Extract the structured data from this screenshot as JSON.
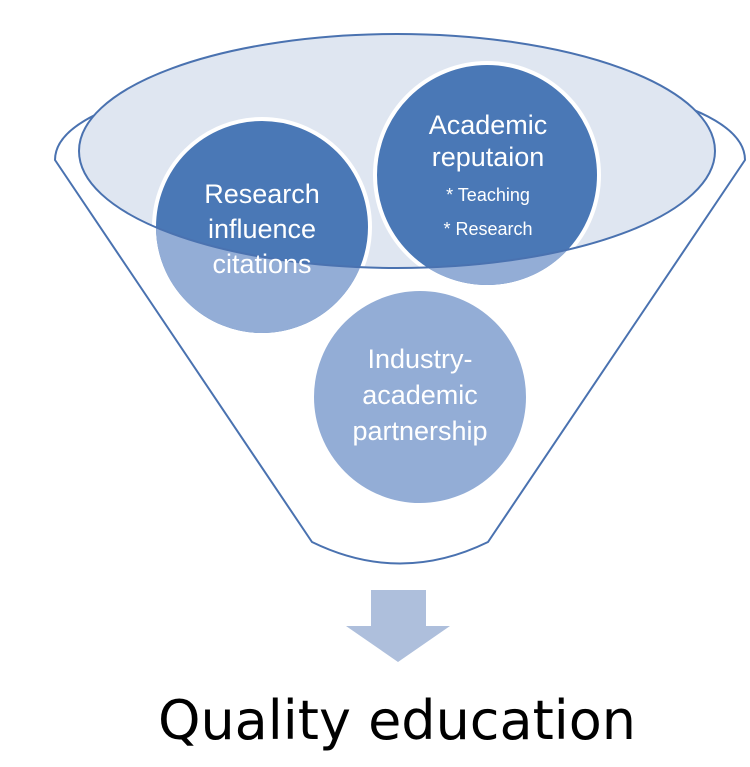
{
  "funnel": {
    "items": [
      {
        "lines": [
          "Research",
          "influence",
          "citations"
        ]
      },
      {
        "lines": [
          "Academic",
          "reputaion"
        ],
        "sub": [
          "* Teaching",
          "* Research"
        ]
      },
      {
        "lines": [
          "Industry-",
          "academic",
          "partnership"
        ]
      }
    ]
  },
  "result": {
    "label": "Quality education"
  },
  "colors": {
    "outline": "#4a72b0",
    "dark_circle": "#4a78b6",
    "light_circle": "#93add6",
    "rim_fill": "#dfe6f1",
    "arrow": "#aebfdc"
  }
}
